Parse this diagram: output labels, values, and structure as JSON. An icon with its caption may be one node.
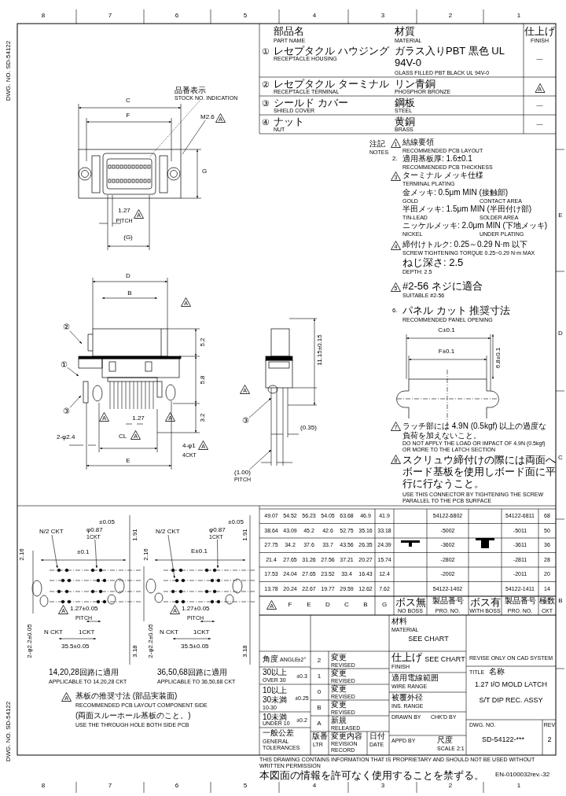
{
  "diagram": {
    "nodes": [
      {
        "text": [
          "②"
        ]
      },
      {
        "text": [
          "①"
        ]
      },
      {
        "text": [
          "③"
        ]
      },
      {
        "text": [
          "③"
        ]
      },
      {
        "text": [
          "品番表示",
          "STOCK NO. INDICATION"
        ]
      },
      {
        "text": [
          "M2.6"
        ]
      },
      {
        "text": [
          "(1.00)",
          "PITCH"
        ]
      },
      {
        "text": [
          "N/2 CKT"
        ]
      },
      {
        "text": [
          "φ0.87",
          "1CKT"
        ]
      },
      {
        "text": [
          "N/2 CKT"
        ]
      },
      {
        "text": [
          "φ0.87",
          "1CKT"
        ]
      }
    ],
    "edges": [
      {
        "from": 0,
        "to": null,
        "arrow": "to"
      },
      {
        "from": 1,
        "to": null,
        "arrow": "to"
      },
      {
        "from": 2,
        "to": null,
        "arrow": "to"
      },
      {
        "from": 3,
        "to": null,
        "arrow": "to"
      },
      {
        "from": 4,
        "to": null,
        "arrow": "none",
        "style": "dashed"
      },
      {
        "from": 5,
        "to": null,
        "arrow": "none"
      },
      {
        "from": 6,
        "to": null,
        "arrow": "to"
      },
      {
        "from": 7,
        "to": null,
        "arrow": "to"
      },
      {
        "from": 8,
        "to": null,
        "arrow": "to"
      },
      {
        "from": 9,
        "to": null,
        "arrow": "to"
      },
      {
        "from": 10,
        "to": null,
        "arrow": "to"
      }
    ],
    "labels": [
      "8",
      "7",
      "6",
      "5",
      "4",
      "3",
      "2",
      "1",
      "8",
      "7",
      "6",
      "5",
      "4",
      "3",
      "2",
      "1",
      "E",
      "D",
      "C",
      "B",
      "DWG. NO. SD-54122",
      "DWG. NO. SD-54122",
      "部品名",
      "PART NAME",
      "材質",
      "MATERIAL",
      "仕上げ",
      "FINISH",
      "①",
      "レセプタクル ハウジング",
      "RECEPTACLE HOUSING",
      "ガラス入りPBT 黒色 UL 94V-0",
      "GLASS FILLED PBT BLACK UL 94V-0",
      "—",
      "②",
      "レセプタクル ターミナル",
      "RECEPTACLE TERMINAL",
      "リン青銅",
      "PHOSPHOR BRONZE",
      "A",
      "③",
      "シールド カバー",
      "SHIELD COVER",
      "鋼板",
      "STEEL",
      "—",
      "④",
      "ナット",
      "NUT",
      "黄銅",
      "BRASS",
      "—",
      "注記",
      "NOTES",
      "1",
      "結線要領",
      "RECOMMENDED PCB LAYOUT",
      "2.",
      "適用基板厚: 1.6±0.1",
      "RECOMMENDED PCB THICKNESS",
      "3",
      "ターミナル メッキ仕様",
      "TERMINAL PLATING",
      "金メッキ: 0.5μm MIN (接触部)",
      "GOLD",
      "CONTACT AREA",
      "半田メッキ: 1.5μm MIN (半田付け部)",
      "TIN-LEAD",
      "SOLDER AREA",
      "ニッケルメッキ: 2.0μm MIN (下地メッキ)",
      "NICKEL",
      "UNDER PLATING",
      "4",
      "締付けトルク: 0.25～0.29 N·m 以下",
      "SCREW TIGHTENING TORQUE 0.25~0.29 N·m MAX",
      "ねじ深さ: 2.5",
      "DEPTH: 2.5",
      "5",
      "#2-56 ネジに適合",
      "SUITABLE #2-56",
      "6.",
      "パネル カット 推奨寸法",
      "RECOMMENDED PANEL OPENING",
      "C±0.1",
      "F±0.1",
      "6.8±0.1",
      "7",
      "ラッチ部には 4.9N (0.5kgf) 以上の過度な負荷を加えないこと。",
      "DO NOT APPLY THE LOAD OR IMPACT OF 4.9N (0.5kgf) OR MORE TO THE LATCH SECTION",
      "8",
      "スクリュウ締付けの際には両面へボード基板を使用しボード面に平行に行なうこと。",
      "USE THIS CONNECTOR BY TIGHTENING THE SCREW PARALLEL TO THE PCB SURFACE",
      "C",
      "F",
      "A",
      "G",
      "1.27",
      "PITCH",
      "A",
      "(G)",
      "D",
      "B",
      "A",
      "5.2",
      "5.8",
      "3.2",
      "A",
      "1.27",
      "A",
      "CL",
      "A",
      "2-φ2.4",
      "E",
      "4-φ1",
      "A",
      "4CKT",
      "11.15±0.15",
      "A",
      "(0.35)",
      "49.07",
      "54.52",
      "56.23",
      "54.05",
      "63.68",
      "46.9",
      "41.9",
      "54122-6802",
      "54122-6811",
      "68",
      "38.64",
      "43.09",
      "45.2",
      "42.6",
      "52.75",
      "35.16",
      "33.18",
      "-5002",
      "-5011",
      "50",
      "27.75",
      "34.2",
      "37.6",
      "33.7",
      "43.56",
      "26.35",
      "24.39",
      "-3602",
      "-3611",
      "36",
      "21.4",
      "27.65",
      "31.26",
      "27.56",
      "37.21",
      "20.27",
      "15.74",
      "-2802",
      "-2811",
      "28",
      "17.53",
      "24.04",
      "27.65",
      "23.52",
      "33.4",
      "16.43",
      "12.4",
      "-2002",
      "-2011",
      "20",
      "13.78",
      "20.24",
      "22.67",
      "19.77",
      "29.59",
      "12.62",
      "7.62",
      "54122-1402",
      "54122-1411",
      "14",
      "A",
      "F",
      "E",
      "D",
      "C",
      "B",
      "G",
      "ボス無",
      "NO BOSS",
      "製品番号",
      "PRO. NO.",
      "ボス有",
      "WITH BOSS",
      "製品番号",
      "PRO. NO.",
      "極数",
      "CKT",
      "角度",
      "ANGLE",
      "±2°",
      "30以上",
      "OVER 30",
      "±0.3",
      "10以上30未満",
      "10-30",
      "±0.25",
      "10未満",
      "UNDER 10",
      "±0.2",
      "一般公差",
      "GENERAL TOLERANCES",
      "2",
      "変更",
      "REVISED",
      "1",
      "変更",
      "REVISED",
      "0",
      "変更",
      "REVISED",
      "B",
      "変更",
      "REVISED",
      "A",
      "新規",
      "RELEASED",
      "版番",
      "LTR",
      "変更内容",
      "REVISION RECORD",
      "日付",
      "DATE",
      "材料",
      "MATERIAL",
      "SEE CHART",
      "仕上げ",
      "FINISH",
      "SEE CHART",
      "適用電線範囲",
      "WIRE RANGE",
      "被覆外径",
      "INS. RANGE",
      "DRAWN BY",
      "CHK'D BY",
      "APPD BY",
      "尺度",
      "SCALE 2:1",
      "REVISE ONLY ON CAD SYSTEM",
      "TITLE",
      "名称",
      "1.27 I/O MOLD LATCH",
      "S/T DIP REC. ASSY",
      "DWG. NO.",
      "SD-54122-***",
      "REV",
      "2",
      "THIS DRAWING CONTAINS INFORMATION THAT IS PROPRIETARY AND SHOULD NOT BE USED WITHOUT WRITTEN PERMISSION",
      "本図面の情報を許可なく使用することを禁ずる。",
      "EN-0100032rev.-32",
      "±0.05",
      "±0.1",
      "A",
      "1.27±0.05",
      "PITCH",
      "N CKT",
      "1CKT",
      "35.5±0.05",
      "±0.05",
      "E±0.1",
      "A",
      "1.27±0.05",
      "PITCH",
      "N CKT",
      "1CKT",
      "35.5±0.05",
      "2.16",
      "2-φ2.2±0.05",
      "1.91",
      "3.18",
      "2.16",
      "2-φ2.2±0.05",
      "1.91",
      "3.18",
      "14,20,28回路に適用",
      "APPLICABLE TO 14,20,28 CKT",
      "36,50,68回路に適用",
      "APPLICABLE TO 36,50,68 CKT",
      "A",
      "基板の推奨寸法 (部品実装面)",
      "RECOMMENDED PCB LAYOUT COMPONENT SIDE",
      "(両面スルーホール基板のこと。)",
      "USE THE THROUGH HOLE BOTH SIDE PCB"
    ]
  }
}
